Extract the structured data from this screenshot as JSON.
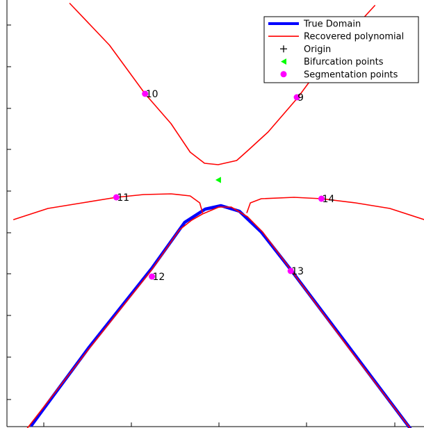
{
  "chart_data": {
    "type": "line",
    "title": "",
    "xlabel": "",
    "ylabel": "",
    "xlim": [
      0,
      610
    ],
    "ylim": [
      0,
      614
    ],
    "grid": false,
    "legend_position": "top-right",
    "legend": [
      {
        "label": "True Domain",
        "marker": "thick-line",
        "color": "#0000ff"
      },
      {
        "label": "Recovered polynomial",
        "marker": "line",
        "color": "#ff0000"
      },
      {
        "label": "Origin",
        "marker": "plus",
        "color": "#000000"
      },
      {
        "label": "Bifurcation points",
        "marker": "triangle-left",
        "color": "#00ff00"
      },
      {
        "label": "Segmentation points",
        "marker": "circle",
        "color": "#ff00ff"
      }
    ],
    "series": [
      {
        "name": "True Domain",
        "style": "thick-line",
        "color": "#0000ff",
        "points": [
          [
            36,
            2
          ],
          [
            120,
            114
          ],
          [
            212,
            228
          ],
          [
            260,
            294
          ],
          [
            290,
            313
          ],
          [
            313,
            318
          ],
          [
            340,
            310
          ],
          [
            372,
            280
          ],
          [
            415,
            226
          ],
          [
            500,
            115
          ],
          [
            597,
            -12
          ]
        ]
      },
      {
        "name": "Recovered polynomial",
        "style": "line",
        "color": "#ff0000",
        "points": [
          [
            30,
            -2
          ],
          [
            120,
            112
          ],
          [
            212,
            226
          ],
          [
            252,
            283
          ],
          [
            270,
            297
          ],
          [
            286,
            306
          ],
          [
            310,
            316
          ],
          [
            328,
            316
          ],
          [
            352,
            302
          ],
          [
            374,
            280
          ],
          [
            415,
            226
          ],
          [
            500,
            113
          ],
          [
            605,
            -22
          ]
        ]
      },
      {
        "name": "Recovered polynomial",
        "style": "line",
        "color": "#ff0000",
        "points": [
          [
            92,
            609
          ],
          [
            150,
            549
          ],
          [
            202,
            479
          ],
          [
            240,
            436
          ],
          [
            268,
            395
          ],
          [
            289,
            379
          ],
          [
            309,
            377
          ],
          [
            336,
            383
          ],
          [
            352,
            397
          ],
          [
            382,
            424
          ],
          [
            425,
            473
          ],
          [
            470,
            533
          ],
          [
            538,
            606
          ]
        ]
      },
      {
        "name": "Recovered polynomial",
        "style": "line",
        "color": "#ff0000",
        "points": [
          [
            10,
            298
          ],
          [
            60,
            314
          ],
          [
            110,
            322
          ],
          [
            160,
            330
          ],
          [
            200,
            334
          ],
          [
            240,
            335
          ],
          [
            268,
            332
          ],
          [
            282,
            322
          ],
          [
            286,
            308
          ]
        ]
      },
      {
        "name": "Recovered polynomial",
        "style": "line",
        "color": "#ff0000",
        "points": [
          [
            351,
            308
          ],
          [
            356,
            322
          ],
          [
            372,
            328
          ],
          [
            420,
            330
          ],
          [
            460,
            328
          ],
          [
            510,
            322
          ],
          [
            560,
            314
          ],
          [
            610,
            298
          ]
        ]
      }
    ],
    "bifurcation_points": [
      [
        309,
        355
      ]
    ],
    "segmentation_points": [
      {
        "label": "9",
        "x": 424,
        "y": 474
      },
      {
        "label": "10",
        "x": 202,
        "y": 479
      },
      {
        "label": "11",
        "x": 160,
        "y": 330
      },
      {
        "label": "12",
        "x": 212,
        "y": 216
      },
      {
        "label": "13",
        "x": 415,
        "y": 224
      },
      {
        "label": "14",
        "x": 460,
        "y": 328
      }
    ]
  }
}
